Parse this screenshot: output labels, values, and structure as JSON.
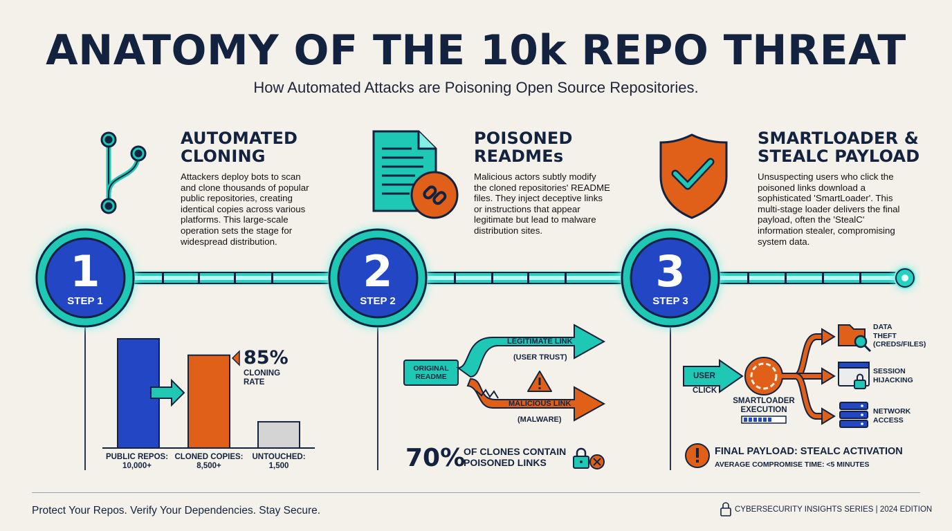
{
  "header": {
    "title": "ANATOMY OF THE 10k REPO THREAT",
    "subtitle": "How Automated Attacks are Poisoning Open Source Repositories."
  },
  "steps": [
    {
      "number": "1",
      "step_label": "STEP 1",
      "heading_line1": "AUTOMATED",
      "heading_line2": "CLONING",
      "description": [
        "Attackers deploy bots to scan",
        "and clone thousands of popular",
        "public repositories, creating",
        "identical copies across various",
        "platforms. This large-scale",
        "operation sets the stage for",
        "widespread distribution."
      ]
    },
    {
      "number": "2",
      "step_label": "STEP 2",
      "heading_line1": "POISONED",
      "heading_line2": "READMEs",
      "description": [
        "Malicious actors subtly modify",
        "the cloned repositories' README",
        "files. They inject deceptive links",
        "or instructions that appear",
        "legitimate but lead to malware",
        "distribution sites."
      ]
    },
    {
      "number": "3",
      "step_label": "STEP 3",
      "heading_line1": "SMARTLOADER &",
      "heading_line2": "STEALC PAYLOAD",
      "description": [
        "Unsuspecting users who click the",
        "poisoned links download a",
        "sophisticated 'SmartLoader'. This",
        "multi-stage loader delivers the final",
        "payload, often the 'StealC'",
        "information stealer, compromising",
        "system data."
      ]
    }
  ],
  "chart_data": {
    "type": "bar",
    "categories": [
      "PUBLIC REPOS:",
      "CLONED COPIES:",
      "UNTOUCHED:"
    ],
    "category_values": [
      "10,000+",
      "8,500+",
      "1,500"
    ],
    "values": [
      10000,
      8500,
      1500
    ],
    "colors": [
      "#2347c4",
      "#e0601a",
      "#d4d4d4"
    ],
    "callout_value": "85%",
    "callout_label_line1": "CLONING",
    "callout_label_line2": "RATE",
    "ylim": [
      0,
      10000
    ]
  },
  "readme_flow": {
    "origin_line1": "ORIGINAL",
    "origin_line2": "README",
    "legit_label": "LEGITIMATE LINK",
    "legit_sub": "(USER TRUST)",
    "mal_label": "MALICIOUS LINK",
    "mal_sub": "(MALWARE)",
    "stat_value": "70%",
    "stat_line1": "OF CLONES CONTAIN",
    "stat_line2": "POISONED LINKS"
  },
  "payload_flow": {
    "user_line1": "USER",
    "user_line2": "CLICK",
    "loader_line1": "SMARTLOADER",
    "loader_line2": "EXECUTION",
    "outcomes": [
      {
        "line1": "DATA",
        "line2": "THEFT",
        "line3": "(CREDS/FILES)"
      },
      {
        "line1": "SESSION",
        "line2": "HIJACKING"
      },
      {
        "line1": "NETWORK",
        "line2": "ACCESS"
      }
    ],
    "final_title": "FINAL PAYLOAD: STEALC ACTIVATION",
    "final_sub": "AVERAGE COMPROMISE TIME: <5 MINUTES"
  },
  "footer": {
    "tagline": "Protect Your Repos. Verify Your Dependencies. Stay Secure.",
    "series": "CYBERSECURITY INSIGHTS SERIES | 2024 EDITION"
  },
  "colors": {
    "navy": "#13233f",
    "teal": "#1fc7b5",
    "blue": "#2347c4",
    "orange": "#e0601a"
  }
}
